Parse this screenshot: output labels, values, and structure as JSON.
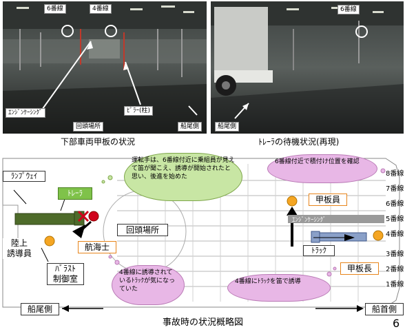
{
  "photos": {
    "left": {
      "line6_label": "6番線",
      "line4_label": "4番線",
      "engine_casing_label": "ｴﾝｼﾞﾝｹｰｼﾝｸﾞ",
      "pillar_label": "ﾋﾟﾗｰ(柱)",
      "turning_area_label": "回頭場所",
      "stern_label": "船尾側",
      "caption": "下部車両甲板の状況"
    },
    "right": {
      "line6_label": "6番線",
      "stern_label": "船尾側",
      "caption": "ﾄﾚｰﾗの待機状況(再現)"
    }
  },
  "diagram": {
    "ramp_label": "ﾗﾝﾌﾟｳｪｲ",
    "trailer_label": "ﾄﾚｰﾗ",
    "turning_area_label": "回頭場所",
    "land_guide_label": "陸上\n誘導員",
    "ballast_label": "ﾊﾞﾗｽﾄ\n制御室",
    "navigator_label": "航海士",
    "deck_crew_label": "甲板員",
    "engine_casing_label": "ｴﾝｼﾞﾝｹｰｼﾝｸﾞ",
    "truck_label": "ﾄﾗｯｸ",
    "boatswain_label": "甲板長",
    "stern_side": "船尾側",
    "bow_side": "船首側",
    "title": "事故時の状況概略図",
    "page_number": "6",
    "lanes": [
      "8番線",
      "7番線",
      "6番線",
      "5番線",
      "4番線",
      "3番線",
      "2番線",
      "1番線"
    ],
    "callouts": {
      "driver_note": "運転手は、6番線付近に乗組員が見えて笛が聞こえ、誘導が開始されたと思い、後進を始めた",
      "loading_note": "6番線付近で積付け位置を確認",
      "navigator_note": "4番線に誘導されているﾄﾗｯｸが気になっていた",
      "whistle_note": "4番線にﾄﾗｯｸを笛で誘導"
    }
  },
  "colors": {
    "trailer": "#4e6b2a",
    "person": "#f5a623",
    "navigator": "#d0021b",
    "green_cloud": "#c8e6a4",
    "pink_cloud": "#e8b7e6",
    "truck": "#8aa0c8"
  }
}
